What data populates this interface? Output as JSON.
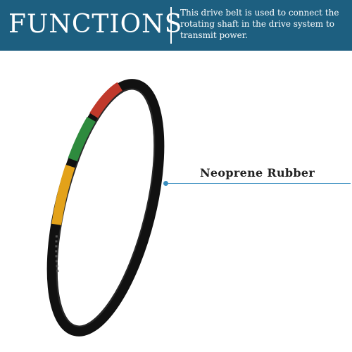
{
  "header": {
    "title": "FUNCTIONS",
    "description": "This drive belt is used to connect the rotating shaft in the drive system to transmit power.",
    "background_color": "#1d5f80"
  },
  "callout": {
    "label": "Neoprene Rubber",
    "line_color": "#3a8fc0"
  },
  "belt": {
    "band_colors": [
      "#c0392b",
      "#2e8b3e",
      "#e3a21a"
    ]
  }
}
